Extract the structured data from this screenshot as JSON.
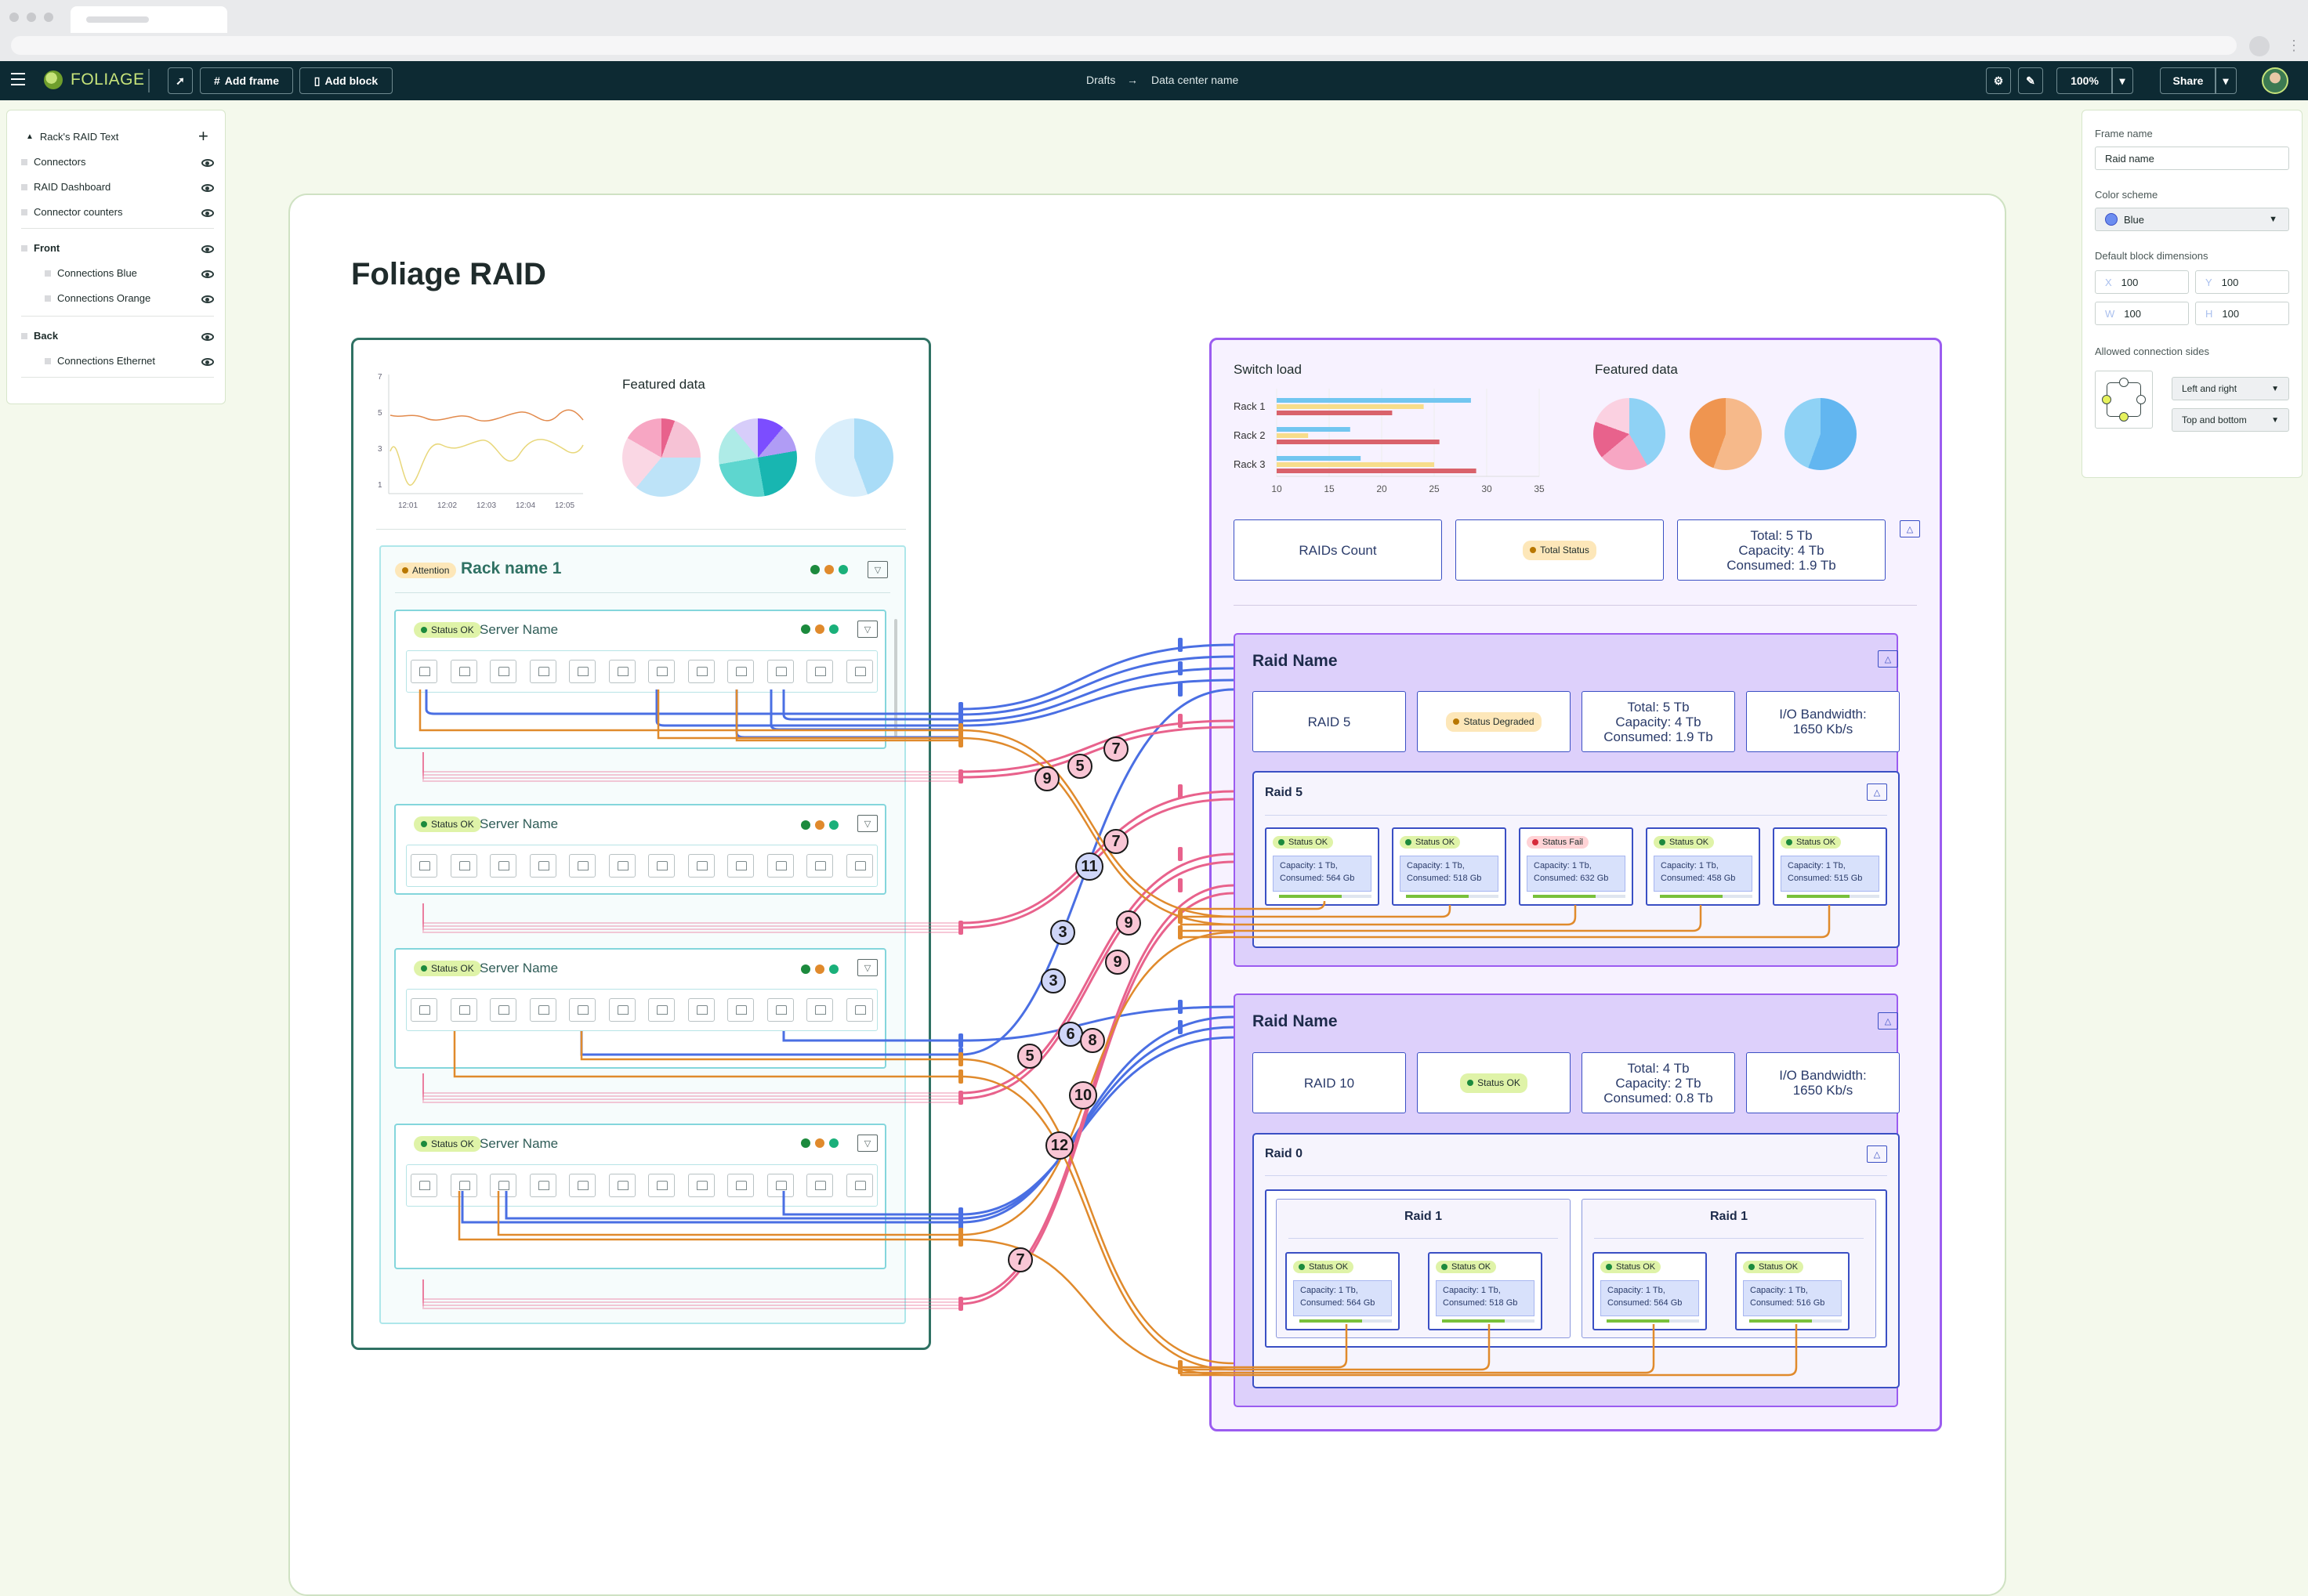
{
  "app": {
    "name": "FOLIAGE"
  },
  "toolbar": {
    "add_frame": "Add frame",
    "add_block": "Add block",
    "zoom": "100%",
    "share": "Share"
  },
  "breadcrumb": {
    "root": "Drafts",
    "current": "Data center name"
  },
  "layers": {
    "root": "Rack's RAID Text",
    "items": [
      "Connectors",
      "RAID Dashboard",
      "Connector counters"
    ],
    "front": {
      "label": "Front",
      "children": [
        "Connections Blue",
        "Connections Orange"
      ]
    },
    "back": {
      "label": "Back",
      "children": [
        "Connections Ethernet"
      ]
    }
  },
  "props": {
    "frame_name_label": "Frame name",
    "frame_name": "Raid name",
    "color_scheme_label": "Color scheme",
    "color_scheme": "Blue",
    "color_scheme_hex": "#6c8df0",
    "dims_label": "Default block dimensions",
    "x_label": "X",
    "x": "100",
    "y_label": "Y",
    "y": "100",
    "w_label": "W",
    "w": "100",
    "h_label": "H",
    "h": "100",
    "sides_label": "Allowed connection sides",
    "side1": "Left and right",
    "side2": "Top and bottom"
  },
  "page": {
    "title": "Foliage RAID"
  },
  "rack": {
    "chart": {
      "yticks": [
        "7",
        "5",
        "3",
        "1"
      ],
      "xticks": [
        "12:01",
        "12:02",
        "12:03",
        "12:04",
        "12:05"
      ]
    },
    "featured": "Featured data",
    "rack_name": "Rack name 1",
    "attention": "Attention",
    "servers": [
      {
        "name": "Server Name",
        "status": "Status OK"
      },
      {
        "name": "Server Name",
        "status": "Status OK"
      },
      {
        "name": "Server Name",
        "status": "Status OK"
      },
      {
        "name": "Server Name",
        "status": "Status OK"
      }
    ]
  },
  "dashboard": {
    "switch_load": "Switch load",
    "featured": "Featured data",
    "switch_chart": {
      "type": "bar",
      "categories": [
        "Rack 1",
        "Rack 2",
        "Rack 3"
      ],
      "series": [
        {
          "color": "#72c6f0",
          "values": [
            28.5,
            17,
            18
          ]
        },
        {
          "color": "#f7dd8a",
          "values": [
            24,
            13,
            25
          ]
        },
        {
          "color": "#d9626b",
          "values": [
            21,
            25.5,
            29
          ]
        }
      ],
      "xticks": [
        "10",
        "15",
        "20",
        "25",
        "30",
        "35"
      ],
      "xlim": [
        10,
        35
      ]
    },
    "raids_count": "RAIDs Count",
    "total_status": "Total Status",
    "totals": [
      "Total: 5 Tb",
      "Capacity: 4 Tb",
      "Consumed: 1.9 Tb"
    ],
    "raid_a": {
      "name": "Raid Name",
      "level": "RAID 5",
      "status": "Status Degraded",
      "totals": [
        "Total: 5 Tb",
        "Capacity: 4 Tb",
        "Consumed: 1.9 Tb"
      ],
      "bandwidth": [
        "I/O Bandwidth:",
        "1650 Kb/s"
      ],
      "group": "Raid 5",
      "disks": [
        {
          "status": "Status OK",
          "cap": "Capacity: 1 Tb,",
          "used": "Consumed: 564 Gb"
        },
        {
          "status": "Status OK",
          "cap": "Capacity: 1 Tb,",
          "used": "Consumed: 518 Gb"
        },
        {
          "status": "Status Fail",
          "cap": "Capacity: 1 Tb,",
          "used": "Consumed: 632 Gb"
        },
        {
          "status": "Status OK",
          "cap": "Capacity: 1 Tb,",
          "used": "Consumed: 458 Gb"
        },
        {
          "status": "Status OK",
          "cap": "Capacity: 1 Tb,",
          "used": "Consumed: 515 Gb"
        }
      ]
    },
    "raid_b": {
      "name": "Raid Name",
      "level": "RAID 10",
      "status": "Status OK",
      "totals": [
        "Total: 4 Tb",
        "Capacity: 2 Tb",
        "Consumed: 0.8 Tb"
      ],
      "bandwidth": [
        "I/O Bandwidth:",
        "1650 Kb/s"
      ],
      "group": "Raid 0",
      "sub1": "Raid 1",
      "sub2": "Raid 1",
      "disks": [
        {
          "status": "Status OK",
          "cap": "Capacity: 1 Tb,",
          "used": "Consumed: 564 Gb"
        },
        {
          "status": "Status OK",
          "cap": "Capacity: 1 Tb,",
          "used": "Consumed: 518 Gb"
        },
        {
          "status": "Status OK",
          "cap": "Capacity: 1 Tb,",
          "used": "Consumed: 564 Gb"
        },
        {
          "status": "Status OK",
          "cap": "Capacity: 1 Tb,",
          "used": "Consumed: 516 Gb"
        }
      ]
    }
  },
  "counters": [
    {
      "label": "9",
      "kind": "pink"
    },
    {
      "label": "5",
      "kind": "pink"
    },
    {
      "label": "7",
      "kind": "pink"
    },
    {
      "label": "11",
      "kind": "blue"
    },
    {
      "label": "7",
      "kind": "pink"
    },
    {
      "label": "9",
      "kind": "pink"
    },
    {
      "label": "3",
      "kind": "blue"
    },
    {
      "label": "9",
      "kind": "pink"
    },
    {
      "label": "3",
      "kind": "blue"
    },
    {
      "label": "6",
      "kind": "blue"
    },
    {
      "label": "8",
      "kind": "pink"
    },
    {
      "label": "5",
      "kind": "pink"
    },
    {
      "label": "10",
      "kind": "pink"
    },
    {
      "label": "12",
      "kind": "pink"
    },
    {
      "label": "7",
      "kind": "pink"
    }
  ],
  "colors": {
    "blue": "#4a6fe3",
    "orange": "#e08a2c",
    "pink": "#e8628c",
    "teal": "#2f7163",
    "purple": "#9b5cf0"
  }
}
